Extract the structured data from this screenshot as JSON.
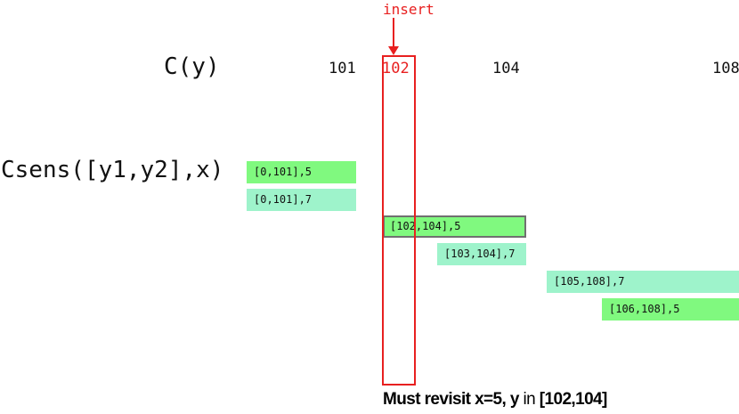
{
  "row_labels": {
    "cy": "C(y)",
    "csens": "Csens([y1,y2],x)"
  },
  "ticks": [
    "101",
    "102",
    "104",
    "108"
  ],
  "intervals": [
    {
      "label": "[0,101],5",
      "x": 5,
      "range": [
        0,
        101
      ]
    },
    {
      "label": "[0,101],7",
      "x": 7,
      "range": [
        0,
        101
      ]
    },
    {
      "label": "[102,104],5",
      "x": 5,
      "range": [
        102,
        104
      ],
      "highlighted": true
    },
    {
      "label": "[103,104],7",
      "x": 7,
      "range": [
        103,
        104
      ]
    },
    {
      "label": "[105,108],7",
      "x": 7,
      "range": [
        105,
        108
      ]
    },
    {
      "label": "[106,108],5",
      "x": 5,
      "range": [
        106,
        108
      ]
    }
  ],
  "insert": {
    "label": "insert",
    "value": "102"
  },
  "caption": {
    "part1": "Must revisit x=5, y",
    "part2": "in",
    "part3": "[102,104]"
  },
  "colors": {
    "x5": "#80f97f",
    "x7": "#9ef3cb",
    "insert": "#e82020",
    "highlight_border": "#707070"
  }
}
